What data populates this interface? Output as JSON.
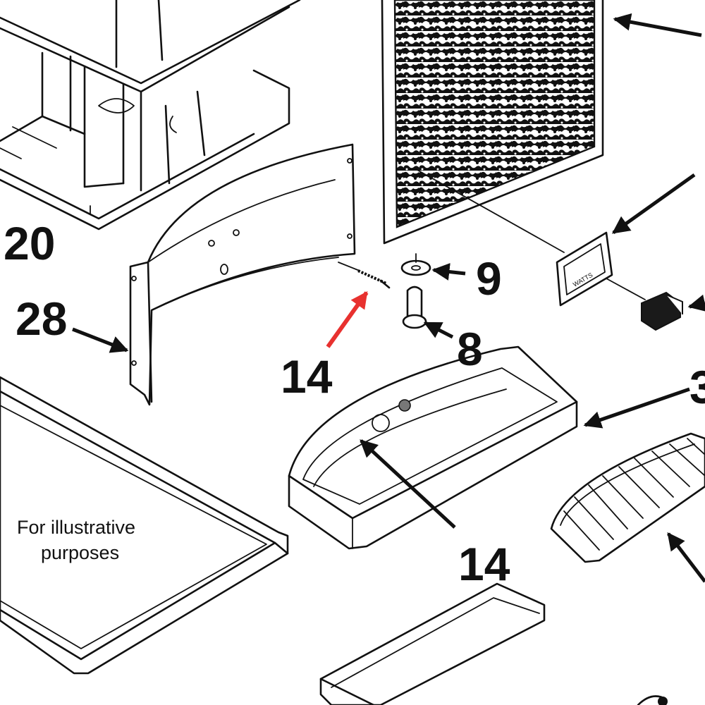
{
  "callouts": {
    "c20": "20",
    "c28": "28",
    "c9": "9",
    "c8": "8",
    "c14a": "14",
    "c14b": "14",
    "c3_partial": "3"
  },
  "note": {
    "line1": "For illustrative",
    "line2": "purposes"
  },
  "colors": {
    "line": "#111111",
    "highlight_arrow": "#e8312f",
    "background": "#ffffff"
  }
}
